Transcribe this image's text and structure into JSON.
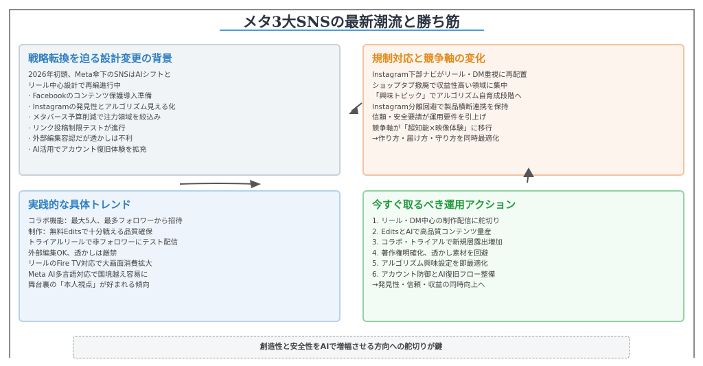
{
  "title": "メタ3大SNSの最新潮流と勝ち筋",
  "sections": {
    "background": {
      "heading": "戦略転換を迫る設計変更の背景",
      "lines": [
        "2026年初頭、Meta傘下のSNSはAIシフトと",
        "リール中心設計で再編進行中",
        "· Facebookのコンテンツ保護導入準備",
        "· Instagramの発見性とアルゴリズム見える化",
        "· メタバース予算削減で注力領域を絞込み",
        "· リンク投稿制限テストが進行",
        "· 外部編集容認だが透かしは不利",
        "· AI活用でアカウント復旧体験を拡充"
      ]
    },
    "regulation": {
      "heading": "規制対応と競争軸の変化",
      "lines": [
        "Instagram下部ナビがリール・DM重視に再配置",
        "ショップタブ撤廃で収益性高い領域に集中",
        "「興味トピック」でアルゴリズム自育成段階へ",
        "Instagram分離回避で製品横断連携を保持",
        "信頼・安全要請が運用要件を引上げ",
        "競争軸が「超知能×映像体験」に移行",
        "→作り方・届け方・守り方を同時最適化"
      ]
    },
    "trends": {
      "heading": "実践的な具体トレンド",
      "lines": [
        "コラボ機能：最大5人、最多フォロワーから招待",
        "制作：無料Editsで十分戦える品質確保",
        "トライアルリールで非フォロワーにテスト配信",
        "外部編集OK、透かしは厳禁",
        "リールのFire TV対応で大画面消費拡大",
        "Meta AI多言語対応で国境越え容易に",
        "舞台裏の「本人視点」が好まれる傾向"
      ]
    },
    "actions": {
      "heading": "今すぐ取るべき運用アクション",
      "lines": [
        "1. リール・DM中心の制作配信に舵切り",
        "2. EditsとAIで高品質コンテンツ量産",
        "3. コラボ・トライアルで新規層露出増加",
        "4. 著作権明確化、透かし素材を回避",
        "5. アルゴリズム興味設定を即最適化",
        "6. アカウント防御とAI復旧フロー整備",
        "→発見性・信頼・収益の同時向上へ"
      ]
    }
  },
  "footer": "創造性と安全性をAIで増幅させる方向への舵切りが鍵"
}
